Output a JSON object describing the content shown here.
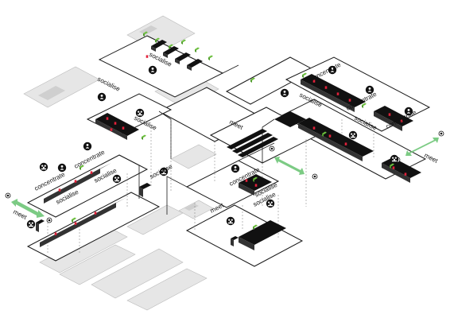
{
  "labels": {
    "socialise": "socialise",
    "concentrate": "concentrate",
    "meet": "meet"
  },
  "colors": {
    "background": "#ffffff",
    "floor_outline": "#1a1a1a",
    "furniture": "#111111",
    "occupant": "#e2213a",
    "plant": "#6cbf3e",
    "arrow": "#7ccb84",
    "ghost_floor": "#c9c9c9",
    "icon_badge": "#111111"
  },
  "icons": {
    "single_person": "person-icon",
    "group": "group-icon",
    "eye": "eye-icon",
    "double_arrow": "double-arrow-icon"
  }
}
